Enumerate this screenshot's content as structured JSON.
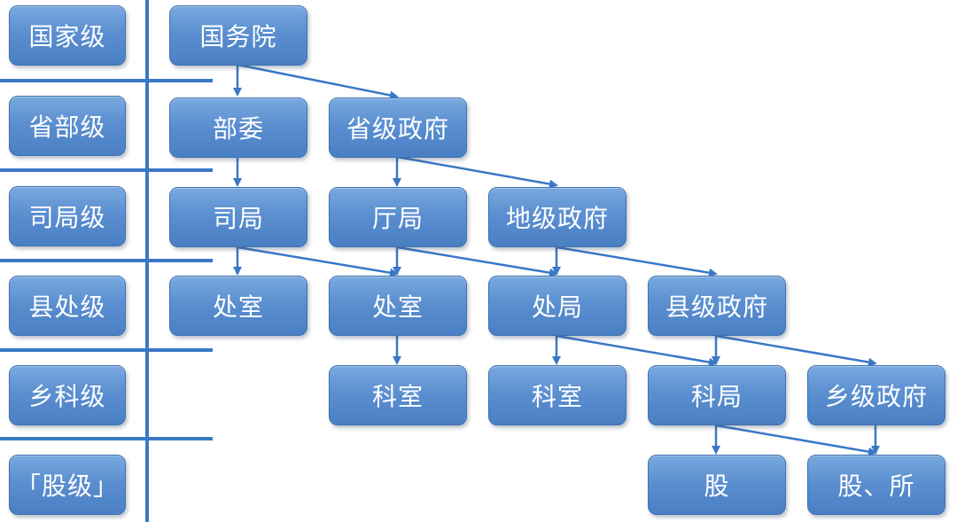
{
  "colors": {
    "box_top": "#79a9df",
    "box_bottom": "#4a7fc4",
    "line": "#3a78c6",
    "text": "#ffffff"
  },
  "levels": [
    "国家级",
    "省部级",
    "司局级",
    "县处级",
    "乡科级",
    "「股级」"
  ],
  "nodes": {
    "guowuyuan": "国务院",
    "buwei": "部委",
    "shengji_zhengfu": "省级政府",
    "siju": "司局",
    "tingju": "厅局",
    "diji_zhengfu": "地级政府",
    "chushi_1": "处室",
    "chushi_2": "处室",
    "chuju": "处局",
    "xianji_zhengfu": "县级政府",
    "keshi_1": "科室",
    "keshi_2": "科室",
    "keju": "科局",
    "xiangji_zhengfu": "乡级政府",
    "gu": "股",
    "gu_suo": "股、所"
  }
}
